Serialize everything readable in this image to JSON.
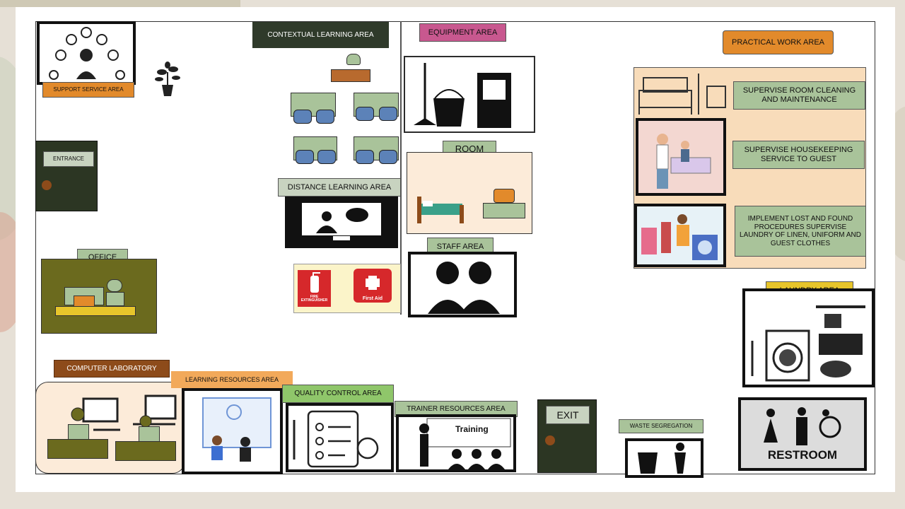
{
  "labels": {
    "support_service": "SUPPORT SERVICE AREA",
    "contextual_learning": "CONTEXTUAL LEARNING AREA",
    "equipment": "EQUIPMENT  AREA",
    "practical_work": "PRACTICAL WORK AREA",
    "entrance": "ENTRANCE",
    "distance_learning": "DISTANCE LEARNING AREA",
    "room": "ROOM",
    "staff": "STAFF AREA",
    "office": "OFFICE",
    "laundry": "LAUNDRY AREA",
    "computer_lab": "COMPUTER LABORATORY",
    "learning_resources": "LEARNING RESOURCES AREA",
    "quality_control": "QUALITY CONTROL AREA",
    "trainer_resources": "TRAINER RESOURCES AREA",
    "exit": "EXIT",
    "waste": "WASTE SEGREGATION",
    "restroom": "RESTROOM",
    "fire": "FIRE EXTINGUISHER",
    "first_aid": "First Aid",
    "training": "Training"
  },
  "tasks": {
    "task1": "SUPERVISE ROOM CLEANING AND MAINTENANCE",
    "task2": "SUPERVISE HOUSEKEEPING SERVICE TO GUEST",
    "task3": "IMPLEMENT LOST AND FOUND PROCEDURES SUPERVISE LAUNDRY OF LINEN, UNIFORM AND GUEST CLOTHES"
  },
  "colors": {
    "label_green": "#a9c39a",
    "label_dark": "#2f3a2a",
    "label_orange": "#e28a2b",
    "label_brown": "#8d4b1a",
    "label_pink": "#c8588f",
    "label_yellow": "#e7c52b",
    "practical_bg": "#f8dcba",
    "room_bg": "#fcebd9",
    "office_bg": "#6b6a1e"
  }
}
